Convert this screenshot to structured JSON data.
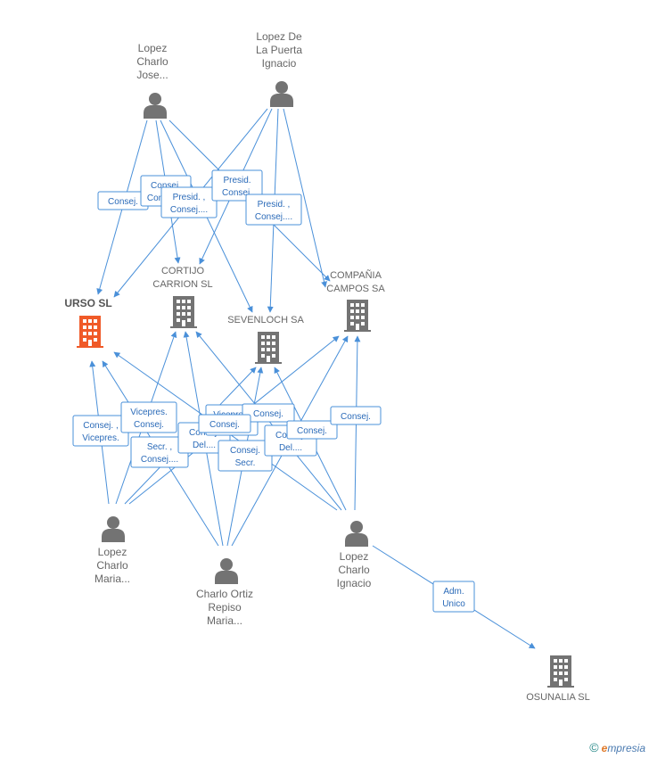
{
  "persons": [
    {
      "id": "lcj",
      "lines": [
        "Lopez",
        "Charlo",
        "Jose..."
      ]
    },
    {
      "id": "ldlpi",
      "lines": [
        "Lopez De",
        "La Puerta",
        "Ignacio"
      ]
    },
    {
      "id": "lcm",
      "lines": [
        "Lopez",
        "Charlo",
        "Maria..."
      ]
    },
    {
      "id": "cor",
      "lines": [
        "Charlo Ortiz",
        "Repiso",
        "Maria..."
      ]
    },
    {
      "id": "lci",
      "lines": [
        "Lopez",
        "Charlo",
        "Ignacio"
      ]
    }
  ],
  "companies": [
    {
      "id": "urso",
      "lines": [
        "URSO SL"
      ],
      "highlight": true
    },
    {
      "id": "cortijo",
      "lines": [
        "CORTIJO",
        "CARRION SL"
      ]
    },
    {
      "id": "sevenloch",
      "lines": [
        "SEVENLOCH SA"
      ]
    },
    {
      "id": "campos",
      "lines": [
        "COMPAÑIA",
        "CAMPOS SA"
      ]
    },
    {
      "id": "osunalia",
      "lines": [
        "OSUNALIA SL"
      ]
    }
  ],
  "roles": [
    {
      "lines": [
        "Consej."
      ]
    },
    {
      "lines": [
        "Consej.",
        "Consej...."
      ]
    },
    {
      "lines": [
        "Presid. ,",
        "Consej...."
      ]
    },
    {
      "lines": [
        "Presid.",
        "Consej."
      ]
    },
    {
      "lines": [
        "Presid. ,",
        "Consej...."
      ]
    },
    {
      "lines": [
        "Consej. ,",
        "Vicepres."
      ]
    },
    {
      "lines": [
        "Vicepres.",
        "Consej."
      ]
    },
    {
      "lines": [
        "Secr. ,",
        "Consej...."
      ]
    },
    {
      "lines": [
        "Consej.",
        "Del...."
      ]
    },
    {
      "lines": [
        "Vicepres.",
        "Consej."
      ]
    },
    {
      "lines": [
        "Consej."
      ]
    },
    {
      "lines": [
        "Consej."
      ]
    },
    {
      "lines": [
        "Consej.",
        "Secr."
      ]
    },
    {
      "lines": [
        "Consej.",
        "Del...."
      ]
    },
    {
      "lines": [
        "Consej."
      ]
    },
    {
      "lines": [
        "Consej."
      ]
    },
    {
      "lines": [
        "Adm.",
        "Unico"
      ]
    }
  ],
  "colors": {
    "edge": "#4a90d9",
    "person": "#737373",
    "company": "#737373",
    "highlight": "#f05a28"
  },
  "brand": {
    "copyright": "©",
    "initial": "e",
    "rest": "mpresia"
  }
}
